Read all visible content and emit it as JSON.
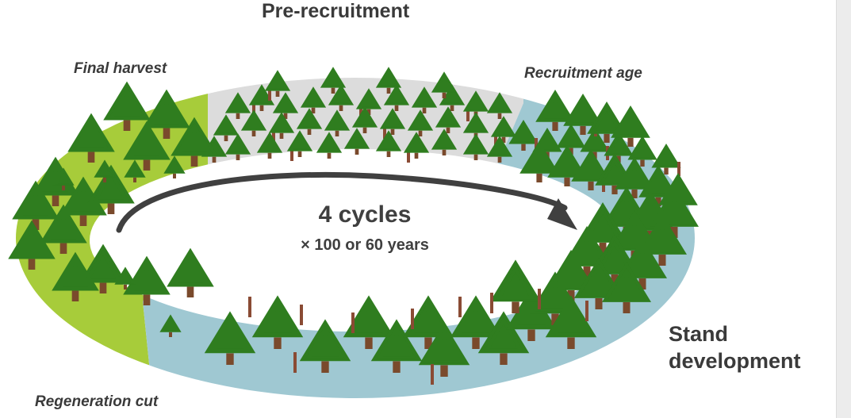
{
  "title": "Pre-recruitment",
  "phases": {
    "final_harvest": "Final harvest",
    "recruitment_age": "Recruitment age",
    "regeneration_cut": "Regeneration cut",
    "stand_development": "Stand development"
  },
  "center": {
    "cycles": "4 cycles",
    "years": "× 100 or 60 years"
  },
  "colors": {
    "green_segment": "#a7cc3a",
    "grey_segment": "#dcdcdc",
    "blue_segment": "#9fc8d2",
    "tree": "#2f7d1f",
    "tree_dark": "#236a17",
    "trunk": "#7a4a2c",
    "stump": "#8a4b34",
    "arrow": "#404040"
  },
  "icons": [
    "conifer-tree-icon",
    "tree-stump-icon",
    "cycle-arrow-icon"
  ]
}
